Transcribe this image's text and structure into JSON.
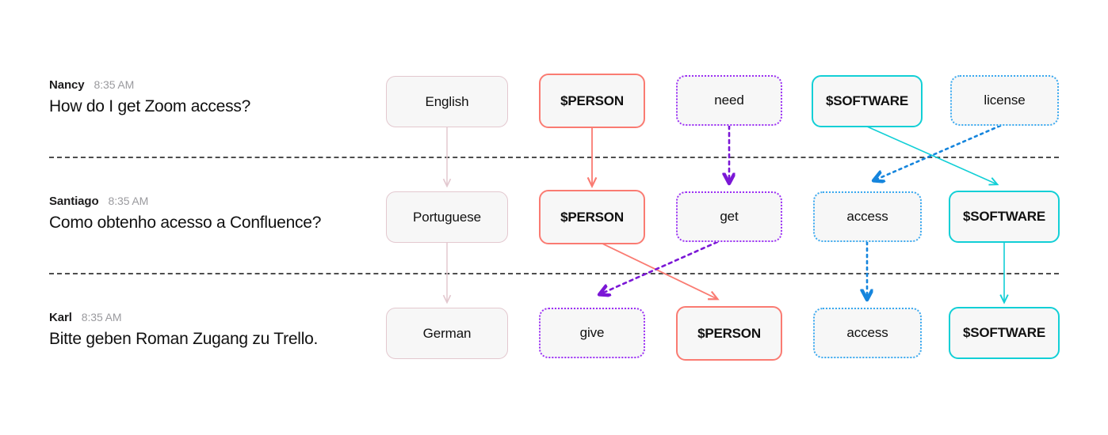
{
  "conversation": {
    "messages": [
      {
        "author": "Nancy",
        "time": "8:35 AM",
        "text": "How do I get Zoom access?"
      },
      {
        "author": "Santiago",
        "time": "8:35 AM",
        "text": "Como obtenho acesso a Confluence?"
      },
      {
        "author": "Karl",
        "time": "8:35 AM",
        "text": "Bitte geben Roman Zugang zu Trello."
      }
    ]
  },
  "rows": [
    {
      "tokens": [
        {
          "label": "English",
          "kind": "lang",
          "style": "solid-pink",
          "bold": false
        },
        {
          "label": "$PERSON",
          "kind": "person",
          "style": "solid-red",
          "bold": true
        },
        {
          "label": "need",
          "kind": "verb",
          "style": "dotted-purple",
          "bold": false
        },
        {
          "label": "$SOFTWARE",
          "kind": "software",
          "style": "solid-teal",
          "bold": true
        },
        {
          "label": "license",
          "kind": "object",
          "style": "dotted-blue",
          "bold": false
        }
      ]
    },
    {
      "tokens": [
        {
          "label": "Portuguese",
          "kind": "lang",
          "style": "solid-pink",
          "bold": false
        },
        {
          "label": "$PERSON",
          "kind": "person",
          "style": "solid-red",
          "bold": true
        },
        {
          "label": "get",
          "kind": "verb",
          "style": "dotted-purple",
          "bold": false
        },
        {
          "label": "access",
          "kind": "object",
          "style": "dotted-blue",
          "bold": false
        },
        {
          "label": "$SOFTWARE",
          "kind": "software",
          "style": "solid-teal",
          "bold": true
        }
      ]
    },
    {
      "tokens": [
        {
          "label": "German",
          "kind": "lang",
          "style": "solid-pink",
          "bold": false
        },
        {
          "label": "give",
          "kind": "verb",
          "style": "dotted-purple",
          "bold": false
        },
        {
          "label": "$PERSON",
          "kind": "person",
          "style": "solid-red",
          "bold": true
        },
        {
          "label": "access",
          "kind": "object",
          "style": "dotted-blue",
          "bold": false
        },
        {
          "label": "$SOFTWARE",
          "kind": "software",
          "style": "solid-teal",
          "bold": true
        }
      ]
    }
  ],
  "colors": {
    "pink": "#e3c8cf",
    "red": "#fa7b72",
    "purple": "#9b2ff5",
    "blue": "#3aa9f0",
    "teal": "#12cfd6",
    "separator": "#4d4d4d",
    "box_fill": "#f7f7f7",
    "text": "#111111",
    "timestamp": "#9a9a9e"
  },
  "alignment_links": [
    {
      "from": "row1.English",
      "to": "row2.Portuguese",
      "style": "solid-pink",
      "direction": "down"
    },
    {
      "from": "row1.$PERSON",
      "to": "row2.$PERSON",
      "style": "solid-red",
      "direction": "down"
    },
    {
      "from": "row1.need",
      "to": "row2.get",
      "style": "dotted-purple",
      "direction": "down"
    },
    {
      "from": "row1.$SOFTWARE",
      "to": "row2.$SOFTWARE",
      "style": "solid-teal",
      "direction": "down-right"
    },
    {
      "from": "row1.license",
      "to": "row2.access",
      "style": "dotted-blue",
      "direction": "down-left"
    },
    {
      "from": "row2.Portuguese",
      "to": "row3.German",
      "style": "solid-pink",
      "direction": "down"
    },
    {
      "from": "row2.$PERSON",
      "to": "row3.$PERSON",
      "style": "solid-red",
      "direction": "down-right"
    },
    {
      "from": "row2.get",
      "to": "row3.give",
      "style": "dotted-purple",
      "direction": "down-left"
    },
    {
      "from": "row2.access",
      "to": "row3.access",
      "style": "dotted-blue",
      "direction": "down"
    },
    {
      "from": "row2.$SOFTWARE",
      "to": "row3.$SOFTWARE",
      "style": "solid-teal",
      "direction": "down"
    }
  ]
}
